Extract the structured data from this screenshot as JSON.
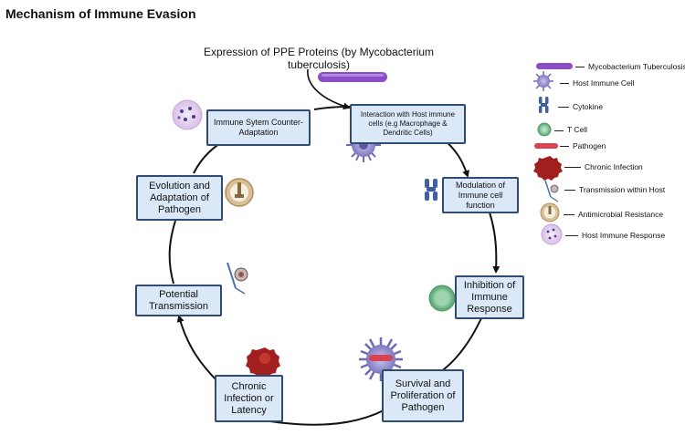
{
  "title": "Mechanism of Immune Evasion",
  "top_caption": "Expression of PPE Proteins (by Mycobacterium tuberculosis)",
  "cycle": {
    "step1": "Interaction with Host immune cells (e.g Macrophage & Dendritic Cells)",
    "step2": "Modulation of Immune cell function",
    "step3": "Inhibition of Immune Response",
    "step4": "Survival and Proliferation of Pathogen",
    "step5": "Chronic Infection or Latency",
    "step6": "Potential Transmission",
    "step7": "Evolution and Adaptation of Pathogen",
    "step8": "Immune Sytem Counter-Adaptation"
  },
  "legend": {
    "mtb": "Mycobacterium Tuberculosis",
    "host_cell": "Host Immune Cell",
    "cytokine": "Cytokine",
    "tcell": "T Cell",
    "pathogen": "Pathogen",
    "chronic": "Chronic Infection",
    "transmission": "Transmission within Host",
    "amr": "Antimicrobial Resistance",
    "host_response": "Host Immune Response"
  },
  "colors": {
    "box_fill": "#dbe8f7",
    "box_border": "#2f4b70",
    "mtb_purple": "#8a4fc4",
    "host_cell_purple": "#8b86c9",
    "tcell_green": "#5fae7a",
    "pathogen_red": "#d9424f",
    "chronic_red": "#a1201f",
    "amr_tan": "#d9bf95"
  },
  "icons": [
    "mycobacterium-icon",
    "host-immune-cell-icon",
    "cytokine-icon",
    "t-cell-icon",
    "pathogen-icon",
    "chronic-infection-icon",
    "transmission-icon",
    "antimicrobial-resistance-icon",
    "host-immune-response-icon"
  ]
}
